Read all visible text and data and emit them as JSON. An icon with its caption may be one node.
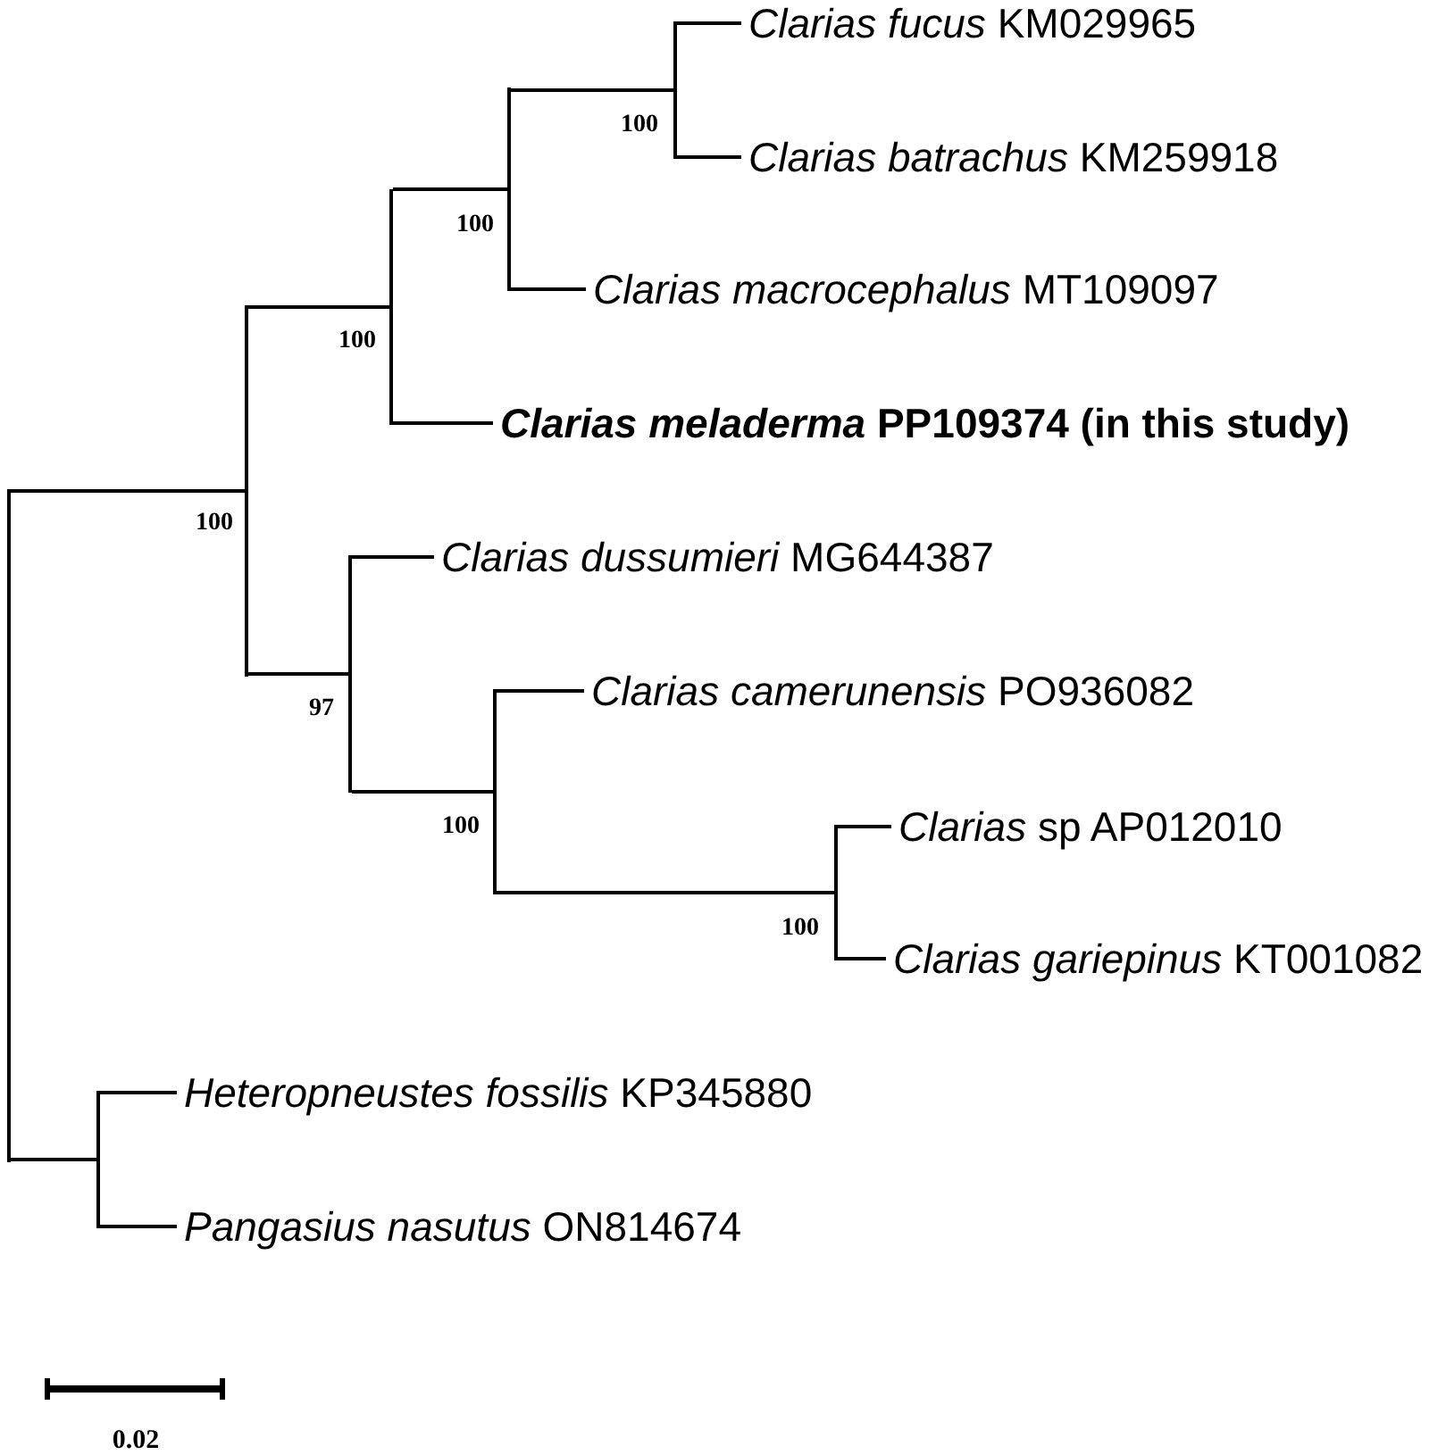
{
  "diagram": {
    "nodes": [
      {
        "text": [],
        "shape": "bar"
      },
      {
        "text": [],
        "shape": "bar",
        "beside": [
          "100"
        ]
      },
      {
        "text": [],
        "shape": "bar",
        "beside": [
          "100"
        ]
      },
      {
        "text": [],
        "shape": "bar",
        "beside": [
          "100"
        ]
      },
      {
        "text": [],
        "shape": "bar",
        "beside": [
          "100"
        ]
      },
      {
        "text": [
          "*Clarias fucus* KM029965"
        ]
      },
      {
        "text": [
          "*Clarias batrachus* KM259918"
        ]
      },
      {
        "text": [
          "*Clarias macrocephalus* MT109097"
        ]
      },
      {
        "text": [
          "*Clarias meladerma* PP109374 (in this study)"
        ]
      },
      {
        "text": [],
        "shape": "bar",
        "beside": [
          "97"
        ]
      },
      {
        "text": [
          "*Clarias dussumieri* MG644387"
        ]
      },
      {
        "text": [],
        "shape": "bar",
        "beside": [
          "100"
        ]
      },
      {
        "text": [
          "*Clarias camerunensis* PO936082"
        ]
      },
      {
        "text": [],
        "shape": "bar",
        "beside": [
          "100"
        ]
      },
      {
        "text": [
          "*Clarias* sp AP012010"
        ]
      },
      {
        "text": [
          "*Clarias gariepinus* KT001082"
        ]
      },
      {
        "text": [],
        "shape": "bar"
      },
      {
        "text": [
          "*Heteropneustes fossilis* KP345880"
        ]
      },
      {
        "text": [
          "*Pangasius nasutus* ON814674"
        ]
      }
    ],
    "edges": [
      {
        "from": 0,
        "to": 1,
        "arrow": "none"
      },
      {
        "from": 1,
        "to": 2,
        "arrow": "none"
      },
      {
        "from": 2,
        "to": 3,
        "arrow": "none"
      },
      {
        "from": 3,
        "to": 4,
        "arrow": "none"
      },
      {
        "from": 4,
        "to": 5,
        "arrow": "none"
      },
      {
        "from": 4,
        "to": 6,
        "arrow": "none"
      },
      {
        "from": 3,
        "to": 7,
        "arrow": "none"
      },
      {
        "from": 2,
        "to": 8,
        "arrow": "none"
      },
      {
        "from": 1,
        "to": 9,
        "arrow": "none"
      },
      {
        "from": 9,
        "to": 10,
        "arrow": "none"
      },
      {
        "from": 9,
        "to": 11,
        "arrow": "none"
      },
      {
        "from": 11,
        "to": 12,
        "arrow": "none"
      },
      {
        "from": 11,
        "to": 13,
        "arrow": "none"
      },
      {
        "from": 13,
        "to": 14,
        "arrow": "none"
      },
      {
        "from": 13,
        "to": 15,
        "arrow": "none"
      },
      {
        "from": 0,
        "to": 16,
        "arrow": "none"
      },
      {
        "from": 16,
        "to": 17,
        "arrow": "none"
      },
      {
        "from": 16,
        "to": 18,
        "arrow": "none"
      }
    ],
    "labels": [
      "0.02"
    ]
  }
}
